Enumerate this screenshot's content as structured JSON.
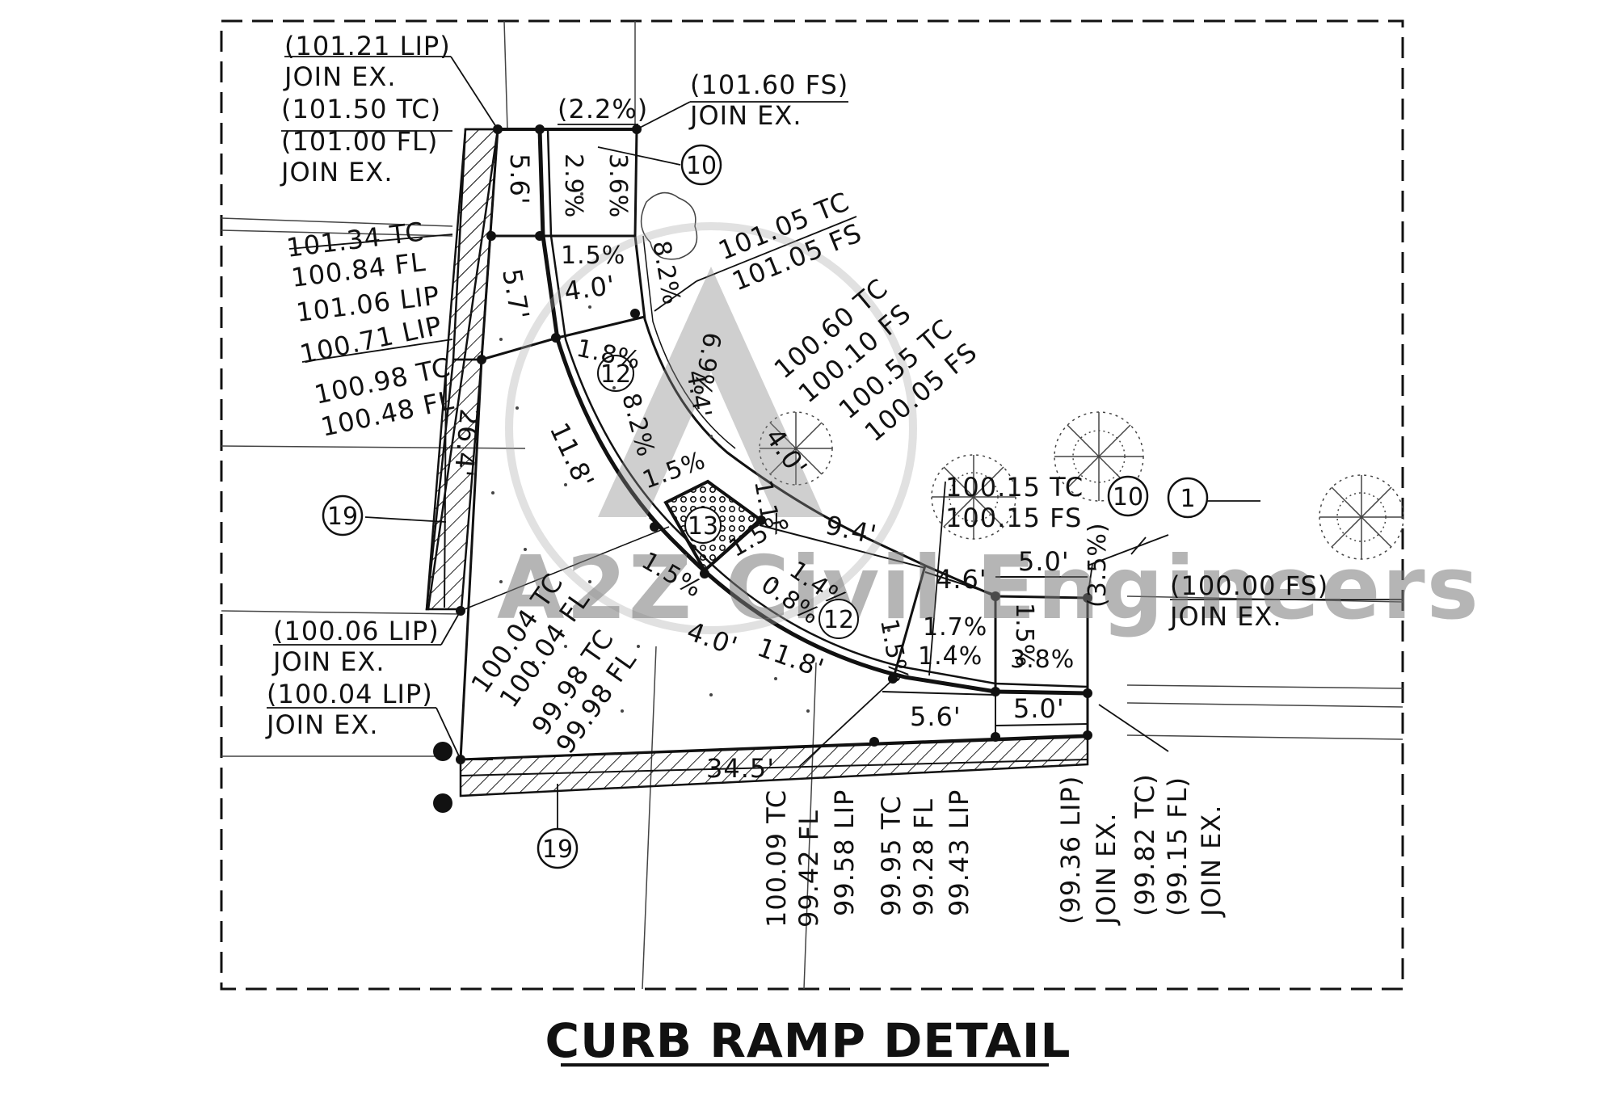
{
  "title": "CURB RAMP DETAIL",
  "watermark": "A2Z Civil Engineers",
  "labels": {
    "lip_101_21": "(101.21 LIP)",
    "join_ex_1": "JOIN EX.",
    "tc_101_50": "(101.50 TC)",
    "fl_101_00": "(101.00 FL)",
    "join_ex_2": "JOIN EX.",
    "slope_2_2": "(2.2%)",
    "fs_101_60": "(101.60 FS)",
    "join_ex_3": "JOIN EX.",
    "tc_101_34": "101.34 TC",
    "fl_100_84": "100.84 FL",
    "lip_101_06": "101.06 LIP",
    "lip_100_71": "100.71 LIP",
    "tc_100_98": "100.98 TC",
    "fl_100_48": "100.48 FL",
    "tc_101_05": "101.05 TC",
    "fs_101_05": "101.05 FS",
    "tc_100_60": "100.60 TC",
    "fs_100_10": "100.10 FS",
    "tc_100_55": "100.55 TC",
    "fs_100_05": "100.05 FS",
    "tc_100_15": "100.15 TC",
    "fs_100_15": "100.15 FS",
    "fs_100_00": "(100.00 FS)",
    "join_ex_4": "JOIN EX.",
    "lip_100_06": "(100.06 LIP)",
    "join_ex_5": "JOIN EX.",
    "lip_100_04": "(100.04 LIP)",
    "join_ex_6": "JOIN EX.",
    "tc_100_04": "100.04 TC",
    "fl_100_04": "100.04 FL",
    "tc_99_98": "99.98 TC",
    "fl_99_98": "99.98 FL",
    "tc_100_09": "100.09 TC",
    "fl_99_42": "99.42 FL",
    "lip_99_58": "99.58 LIP",
    "tc_99_95": "99.95 TC",
    "fl_99_28": "99.28 FL",
    "lip_99_43": "99.43 LIP",
    "lip_99_36": "(99.36 LIP)",
    "join_ex_7": "JOIN EX.",
    "tc_99_82": "(99.82 TC)",
    "fl_99_15": "(99.15 FL)",
    "join_ex_8": "JOIN EX."
  },
  "dimensions": {
    "d_5_6_top": "5.6'",
    "d_5_7": "5.7'",
    "d_26_4": "26.4'",
    "d_4_0_a": "4.0'",
    "d_11_8_a": "11.8'",
    "d_4_0_b": "4.0'",
    "d_11_8_b": "11.8'",
    "d_9_4": "9.4'",
    "d_4_6": "4.6'",
    "d_5_0_a": "5.0'",
    "d_5_6_bot": "5.6'",
    "d_5_0_b": "5.0'",
    "d_34_5": "34.5'",
    "d_4_0_c": "4.0'",
    "d_1_1": "1.1'",
    "d_4_4": "4.4'"
  },
  "slopes": {
    "s_2_9": "2.9%",
    "s_3_6": "3.6%",
    "s_1_5_a": "1.5%",
    "s_8_2_a": "8.2%",
    "s_1_8": "1.8%",
    "s_8_2_b": "8.2%",
    "s_6_9": "6.9%",
    "s_1_5_b": "1.5%",
    "s_1_5_c": "1.5%",
    "s_1_5_d": "1.5%",
    "s_1_4_a": "1.4%",
    "s_0_8": "0.8%",
    "s_1_5_e": "1.5%",
    "s_1_7": "1.7%",
    "s_1_4_b": "1.4%",
    "s_1_5_f": "1.5%",
    "s_3_8": "3.8%",
    "s_3_5": "(3.5%)"
  },
  "callouts": {
    "c10_a": "10",
    "c12_a": "12",
    "c13": "13",
    "c12_b": "12",
    "c19_a": "19",
    "c19_b": "19",
    "c10_b": "10",
    "c1": "1"
  },
  "colors": {
    "ink": "#111111",
    "hatch": "#222222",
    "watermark": "#7a7a7a",
    "shrub": "#444444"
  }
}
